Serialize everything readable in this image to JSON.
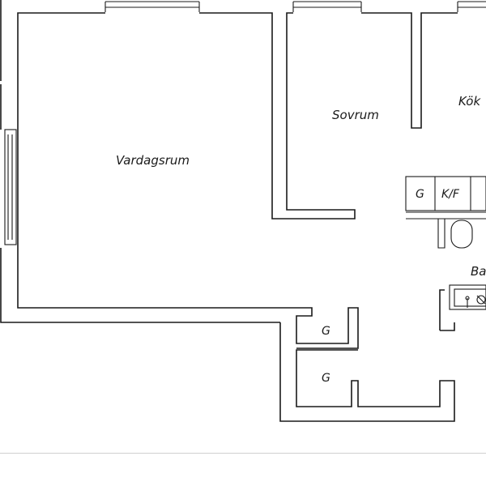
{
  "floorplan": {
    "rooms": {
      "living_room": "Vardagsrum",
      "bedroom": "Sovrum",
      "kitchen": "Kök",
      "bathroom": "Ba"
    },
    "closets": {
      "closet_1": "G",
      "closet_2": "G",
      "kitchen_cabinet": "G",
      "fridge_freezer": "K/F"
    }
  },
  "colors": {
    "wall": "#1a1a1a",
    "background": "#ffffff",
    "divider": "#d0d0d0"
  }
}
